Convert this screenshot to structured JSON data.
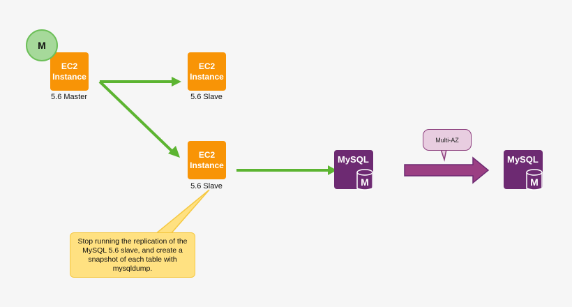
{
  "colors": {
    "background": "#f6f6f6",
    "ec2_orange": "#f89406",
    "arrow_green": "#5cb431",
    "mysql_purple": "#6d2a72",
    "multi_az_arrow": "#9b3f83",
    "note_yellow": "#ffe181",
    "master_circle": "#a6d99a"
  },
  "master_badge": {
    "label": "M",
    "icon": "master-badge-icon"
  },
  "nodes": {
    "master": {
      "title_line1": "EC2",
      "title_line2": "Instance",
      "caption": "5.6 Master"
    },
    "slave_top": {
      "title_line1": "EC2",
      "title_line2": "Instance",
      "caption": "5.6 Slave"
    },
    "slave_bottom": {
      "title_line1": "EC2",
      "title_line2": "Instance",
      "caption": "5.6 Slave"
    },
    "mysql_left": {
      "label": "MySQL",
      "db_badge": "M",
      "icon": "mysql-database-icon"
    },
    "mysql_right": {
      "label": "MySQL",
      "db_badge": "M",
      "icon": "mysql-database-icon"
    }
  },
  "note": {
    "text": "Stop running the replication of the MySQL 5.6 slave, and create a snapshot of each table with mysqldump."
  },
  "multi_az": {
    "label": "Multi-AZ"
  },
  "edges": [
    {
      "from": "master",
      "to": "slave_top",
      "style": "green-arrow"
    },
    {
      "from": "master",
      "to": "slave_bottom",
      "style": "green-arrow"
    },
    {
      "from": "slave_bottom",
      "to": "mysql_left",
      "style": "green-arrow"
    },
    {
      "from": "mysql_left",
      "to": "mysql_right",
      "style": "purple-block-arrow",
      "label": "Multi-AZ"
    }
  ]
}
